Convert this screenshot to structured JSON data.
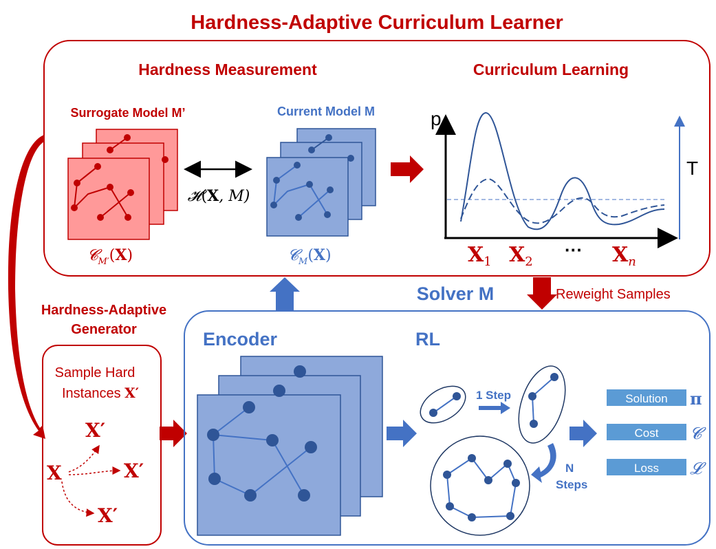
{
  "diagram": {
    "title": "Hardness-Adaptive Curriculum Learner",
    "hardness_measurement": {
      "heading": "Hardness Measurement",
      "surrogate_label": "Surrogate Model M’",
      "current_label": "Current Model M",
      "measure_H": "𝓗",
      "measure_args_open": "(",
      "measure_X": "X",
      "measure_args_rest": ", M)",
      "surrogate_c": "𝓒",
      "surrogate_c_sub": "M′",
      "surrogate_c_arg_open": "(",
      "surrogate_c_X": "X",
      "surrogate_c_arg_close": ")",
      "current_c": "𝓒",
      "current_c_sub": "M",
      "current_c_arg_open": "(",
      "current_c_X": "X",
      "current_c_arg_close": ")"
    },
    "curriculum_learning": {
      "heading": "Curriculum Learning",
      "y_axis": "p",
      "t_axis": "T",
      "x1": "X",
      "x1_sub": "1",
      "x2": "X",
      "x2_sub": "2",
      "ellipsis": "···",
      "xn": "X",
      "xn_sub": "n"
    },
    "solver": {
      "heading": "Solver M",
      "reweight": "Reweight Samples",
      "encoder": "Encoder",
      "rl": "RL",
      "one_step": "1 Step",
      "n_steps_line1": "N",
      "n_steps_line2": "Steps",
      "outputs": [
        {
          "label": "Solution",
          "symbol": "π"
        },
        {
          "label": "Cost",
          "symbol": "𝓒"
        },
        {
          "label": "Loss",
          "symbol": "𝓛"
        }
      ]
    },
    "generator": {
      "heading_line1": "Hardness-Adaptive",
      "heading_line2": "Generator",
      "sample_line1": "Sample Hard",
      "sample_line2": "Instances",
      "sample_x": "X′",
      "x": "X",
      "x_prime_1": "X′",
      "x_prime_2": "X′",
      "x_prime_3": "X′"
    },
    "colors": {
      "red": "#C00000",
      "blue": "#4472C4",
      "light_red": "#FF9999",
      "light_blue": "#8EA9DB",
      "output_box": "#5B9BD5"
    }
  },
  "chart_data": {
    "type": "line",
    "title": "",
    "xlabel": "",
    "ylabel": "p",
    "x": [
      "X1",
      "X2",
      "···",
      "Xn"
    ],
    "series": [
      {
        "values": [
          0.95,
          0.05,
          0.45,
          0.15
        ]
      },
      {
        "values": [
          0.45,
          0.1,
          0.3,
          0.2
        ]
      },
      {
        "values": [
          0.28,
          0.28,
          0.28,
          0.28
        ]
      }
    ]
  }
}
